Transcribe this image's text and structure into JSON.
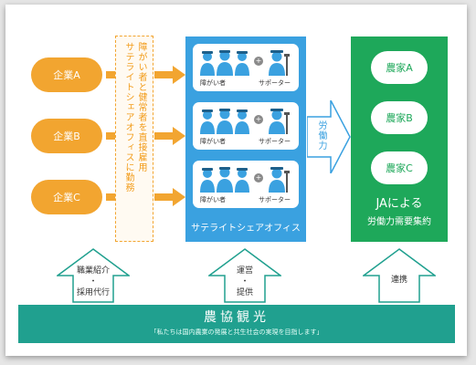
{
  "companies": [
    "企業A",
    "企業B",
    "企業C"
  ],
  "employment_note": "障がい者と健常者を直接雇用\nサテライトシェアオフィスに勤務",
  "satellite": {
    "label": "サテライトシェアオフィス",
    "disabled_label": "障がい者",
    "supporter_label": "サポーター",
    "plus": "+"
  },
  "labor_arrow_label": "労働力",
  "ja": {
    "farmers": [
      "農家A",
      "農家B",
      "農家C"
    ],
    "title": "JAによる",
    "subtitle": "労働力需要集約"
  },
  "up_arrows": [
    {
      "label": "職業紹介\n・\n採用代行"
    },
    {
      "label": "運営\n・\n提供"
    },
    {
      "label": "連携"
    }
  ],
  "bottom": {
    "title": "農協観光",
    "subtitle": "「私たちは国内農業の発展と共生社会の実現を目指します」"
  },
  "colors": {
    "orange": "#f2a530",
    "blue": "#3aa1e0",
    "green": "#1ea85a",
    "teal": "#20a08f"
  }
}
